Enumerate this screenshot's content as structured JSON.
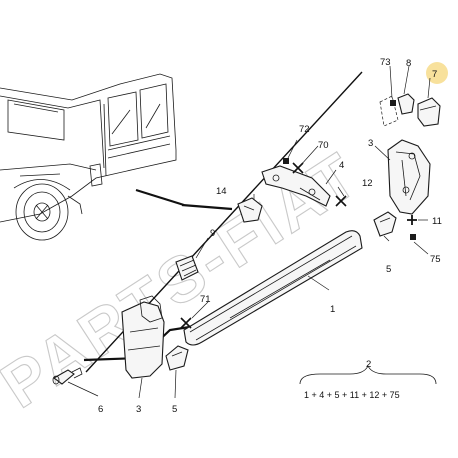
{
  "watermark": "PARTS-FIAT",
  "callouts": {
    "c1": "1",
    "c2": "2",
    "c3a": "3",
    "c3b": "3",
    "c4": "4",
    "c5a": "5",
    "c5b": "5",
    "c6": "6",
    "c7": "7",
    "c8": "8",
    "c9": "9",
    "c11": "11",
    "c12": "12",
    "c14": "14",
    "c70": "70",
    "c71": "71",
    "c72": "72",
    "c73": "73",
    "c75": "75"
  },
  "kit_formula": "1 + 4 + 5 + 11 + 12 + 75",
  "highlight_color": "#f2c84b"
}
